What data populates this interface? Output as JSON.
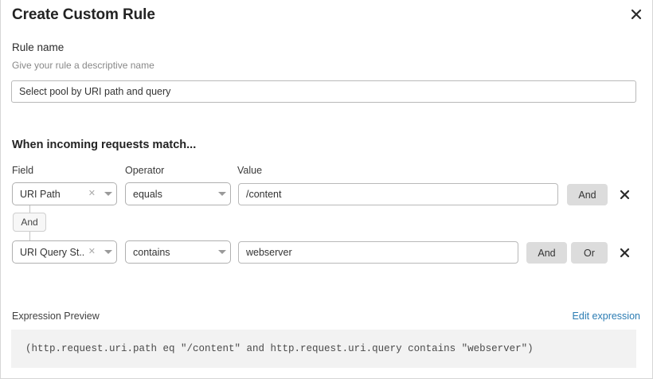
{
  "dialog": {
    "title": "Create Custom Rule",
    "close_icon": "close-icon"
  },
  "rule_name": {
    "label": "Rule name",
    "help": "Give your rule a descriptive name",
    "value": "Select pool by URI path and query",
    "placeholder": "Select pool by URI path and query"
  },
  "match": {
    "heading": "When incoming requests match...",
    "columns": {
      "field": "Field",
      "operator": "Operator",
      "value": "Value"
    },
    "connector_badge": "And",
    "rows": [
      {
        "field": "URI Path",
        "field_clear_icon": "close-small-icon",
        "field_caret_icon": "chevron-down-icon",
        "operator": "equals",
        "operator_caret_icon": "chevron-down-icon",
        "value": "/content",
        "buttons": [
          "And"
        ],
        "delete_icon": "close-icon"
      },
      {
        "field": "URI Query St...",
        "field_clear_icon": "close-small-icon",
        "field_caret_icon": "chevron-down-icon",
        "operator": "contains",
        "operator_caret_icon": "chevron-down-icon",
        "value": "webserver",
        "buttons": [
          "And",
          "Or"
        ],
        "delete_icon": "close-icon"
      }
    ]
  },
  "expression": {
    "label": "Expression Preview",
    "edit_link": "Edit expression",
    "text": "(http.request.uri.path eq \"/content\" and http.request.uri.query contains \"webserver\")"
  },
  "colors": {
    "link": "#2b7cb3",
    "pill_bg": "#dcdcdc",
    "preview_bg": "#f2f2f2",
    "border": "#b0b0b0"
  }
}
